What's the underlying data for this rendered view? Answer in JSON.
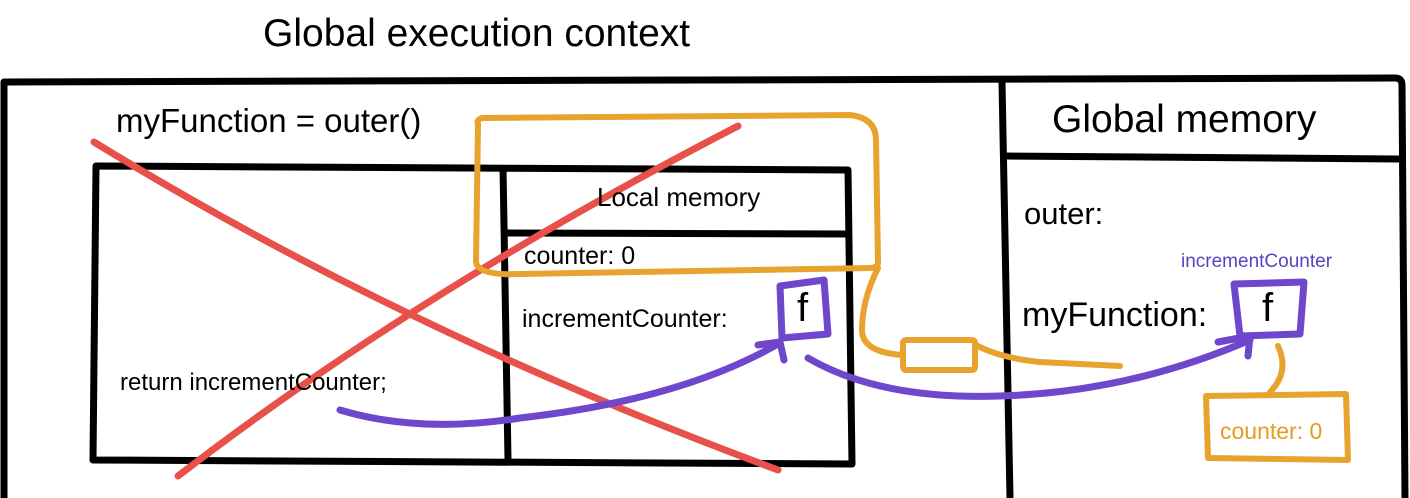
{
  "title": "Global execution context",
  "execution": {
    "call_line": "myFunction = outer()",
    "return_line": "return incrementCounter;"
  },
  "local_memory": {
    "header": "Local memory",
    "entries": [
      {
        "label": "counter: 0"
      },
      {
        "label": "incrementCounter:",
        "value_glyph": "f"
      }
    ]
  },
  "global_memory": {
    "header": "Global memory",
    "entries": [
      {
        "label": "outer:"
      },
      {
        "label": "myFunction:",
        "value_glyph": "f",
        "annotation": "incrementCounter"
      }
    ],
    "backpack": {
      "label": "counter: 0"
    }
  },
  "colors": {
    "box_stroke": "#000000",
    "cross_out": "#e8504a",
    "closure": "#e8a22e",
    "function_ref": "#6f47cc",
    "annotation_text": "#5b3fc4",
    "backpack_text": "#e69a22"
  }
}
